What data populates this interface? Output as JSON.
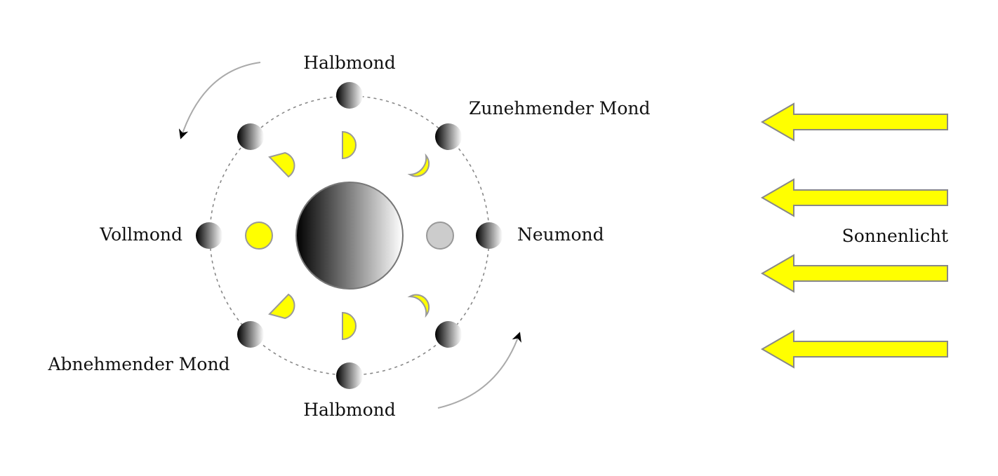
{
  "labels": {
    "half_moon_top": "Halbmond",
    "waxing": "Zunehmender Mond",
    "full": "Vollmond",
    "new": "Neumond",
    "waning": "Abnehmender Mond",
    "half_moon_bottom": "Halbmond",
    "sunlight": "Sonnenlicht"
  },
  "colors": {
    "sunlight": "#ffff00",
    "outline": "#888888",
    "new_moon_phase": "#cccccc",
    "earth_dark": "#000000",
    "earth_light": "#ffffff",
    "orbit": "#888888"
  },
  "sunlight_arrow_count": 4,
  "orbit_moon_count": 8
}
